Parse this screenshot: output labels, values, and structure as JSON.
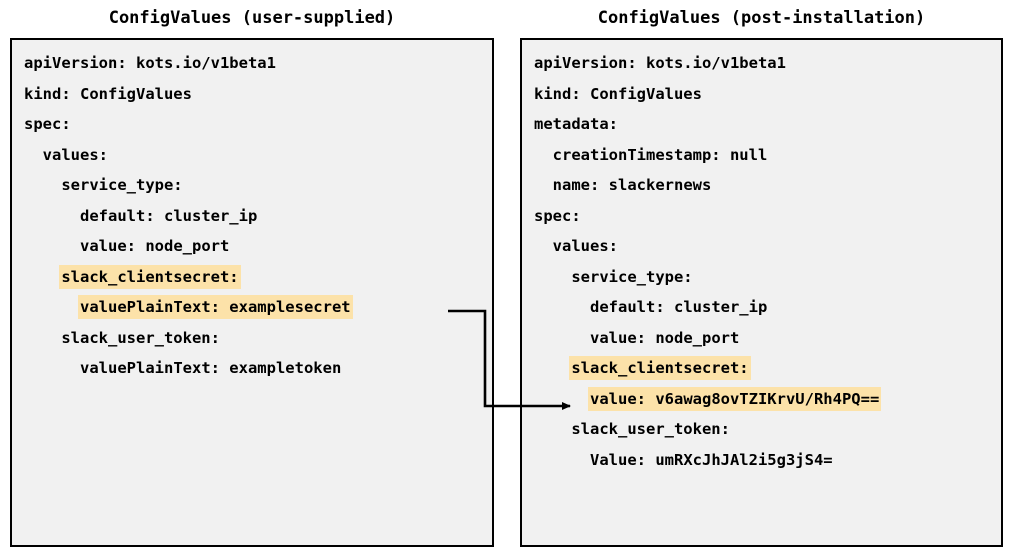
{
  "diagram": {
    "type": "flow-comparison",
    "description": "Two YAML ConfigValues documents side by side with an arrow mapping a plaintext secret to its encrypted post-installation value",
    "highlight_color": "#FCE2A9",
    "box_fill": "#F1F1F1",
    "box_border": "#000000",
    "text_color": "#000000"
  },
  "panels": [
    {
      "id": "user-supplied",
      "title": "ConfigValues (user-supplied)",
      "lines": [
        {
          "indent": 0,
          "segments": [
            {
              "text": "apiVersion: kots.io/v1beta1",
              "highlight": false
            }
          ]
        },
        {
          "indent": 0,
          "segments": [
            {
              "text": "kind: ConfigValues",
              "highlight": false
            }
          ]
        },
        {
          "indent": 0,
          "segments": [
            {
              "text": "spec:",
              "highlight": false
            }
          ]
        },
        {
          "indent": 1,
          "segments": [
            {
              "text": "values:",
              "highlight": false
            }
          ]
        },
        {
          "indent": 2,
          "segments": [
            {
              "text": "service_type:",
              "highlight": false
            }
          ]
        },
        {
          "indent": 3,
          "segments": [
            {
              "text": "default: cluster_ip",
              "highlight": false
            }
          ]
        },
        {
          "indent": 3,
          "segments": [
            {
              "text": "value: node_port",
              "highlight": false
            }
          ]
        },
        {
          "indent": 2,
          "segments": [
            {
              "text": "slack_clientsecret:",
              "highlight": true
            }
          ]
        },
        {
          "indent": 3,
          "segments": [
            {
              "text": "valuePlainText: examplesecret",
              "highlight": true
            }
          ]
        },
        {
          "indent": 2,
          "segments": [
            {
              "text": "slack_user_token:",
              "highlight": false
            }
          ]
        },
        {
          "indent": 3,
          "segments": [
            {
              "text": "valuePlainText: exampletoken",
              "highlight": false
            }
          ]
        }
      ]
    },
    {
      "id": "post-installation",
      "title": "ConfigValues (post-installation)",
      "lines": [
        {
          "indent": 0,
          "segments": [
            {
              "text": "apiVersion: kots.io/v1beta1",
              "highlight": false
            }
          ]
        },
        {
          "indent": 0,
          "segments": [
            {
              "text": "kind: ConfigValues",
              "highlight": false
            }
          ]
        },
        {
          "indent": 0,
          "segments": [
            {
              "text": "metadata:",
              "highlight": false
            }
          ]
        },
        {
          "indent": 1,
          "segments": [
            {
              "text": "creationTimestamp: null",
              "highlight": false
            }
          ]
        },
        {
          "indent": 1,
          "segments": [
            {
              "text": "name: slackernews",
              "highlight": false
            }
          ]
        },
        {
          "indent": 0,
          "segments": [
            {
              "text": "spec:",
              "highlight": false
            }
          ]
        },
        {
          "indent": 1,
          "segments": [
            {
              "text": "values:",
              "highlight": false
            }
          ]
        },
        {
          "indent": 2,
          "segments": [
            {
              "text": "service_type:",
              "highlight": false
            }
          ]
        },
        {
          "indent": 3,
          "segments": [
            {
              "text": "default: cluster_ip",
              "highlight": false
            }
          ]
        },
        {
          "indent": 3,
          "segments": [
            {
              "text": "value: node_port",
              "highlight": false
            }
          ]
        },
        {
          "indent": 2,
          "segments": [
            {
              "text": "slack_clientsecret:",
              "highlight": true
            }
          ]
        },
        {
          "indent": 3,
          "segments": [
            {
              "text": "value: v6awag8ovTZIKrvU/Rh4PQ==",
              "highlight": true
            }
          ]
        },
        {
          "indent": 2,
          "segments": [
            {
              "text": "slack_user_token:",
              "highlight": false
            }
          ]
        },
        {
          "indent": 3,
          "segments": [
            {
              "text": "Value: umRXcJhJAl2i5g3jS4=",
              "highlight": false
            }
          ]
        }
      ]
    }
  ],
  "connector": {
    "name": "secret-encryption-arrow",
    "from_panel": "user-supplied",
    "from_line": "valuePlainText: examplesecret",
    "to_panel": "post-installation",
    "to_line": "value: v6awag8ovTZIKrvU/Rh4PQ=="
  }
}
